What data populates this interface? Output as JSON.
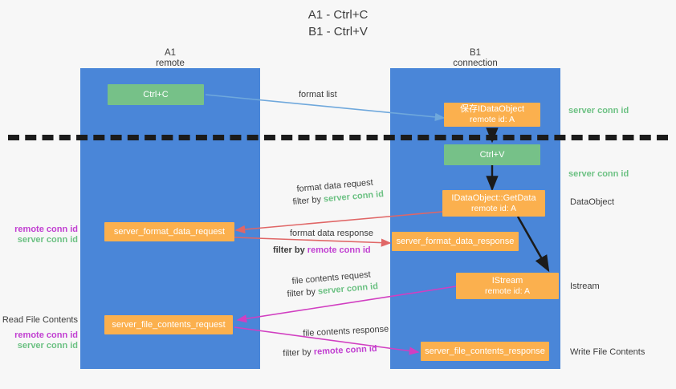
{
  "title": {
    "line1": "A1 - Ctrl+C",
    "line2": "B1 - Ctrl+V"
  },
  "columns": [
    {
      "name": "A1",
      "sub": "remote"
    },
    {
      "name": "B1",
      "sub": "connection"
    }
  ],
  "colors": {
    "lane": "#4a86d8",
    "green_node": "#76c188",
    "orange_node": "#fbb04e",
    "server_conn_id": "#6cc183",
    "remote_conn_id": "#c13fd1",
    "arrow_blue": "#6fa8dc",
    "arrow_red": "#e06666",
    "arrow_magenta": "#d13fc1",
    "arrow_black": "#1b1b1b",
    "divider": "#1b1b1b",
    "background": "#f7f7f7"
  },
  "nodes": {
    "ctrl_c": {
      "label": "Ctrl+C"
    },
    "ctrl_v": {
      "label": "Ctrl+V"
    },
    "data_object_remote": {
      "line1": "保存IDataObject",
      "line2": "remote id: A"
    },
    "get_data": {
      "line1": "IDataObject::GetData",
      "line2": "remote id: A"
    },
    "istream": {
      "line1": "IStream",
      "line2": "remote id: A"
    },
    "server_format_data_request": {
      "label": "server_format_data_request"
    },
    "server_format_data_response": {
      "label": "server_format_data_response"
    },
    "server_file_contents_request": {
      "label": "server_file_contents_request"
    },
    "server_file_contents_response": {
      "label": "server_file_contents_response"
    }
  },
  "edge_labels": {
    "format_list": "format list",
    "format_data_request": "format data request",
    "format_data_request_filter_prefix": "filter by ",
    "format_data_request_filter_key": "server conn id",
    "format_data_response": "format data response",
    "format_data_response_filter_prefix": "filter by ",
    "format_data_response_filter_key": "remote conn id",
    "file_contents_request": "file contents request",
    "file_contents_request_filter_prefix": "filter by ",
    "file_contents_request_filter_key": "server conn id",
    "file_contents_response": "file contents response",
    "file_contents_response_filter_prefix": "filter by ",
    "file_contents_response_filter_key": "remote conn id"
  },
  "right_labels": {
    "server_conn_id_top": "server conn id",
    "server_conn_id_mid": "server conn id",
    "data_object": "DataObject",
    "istream": "Istream",
    "write_file_contents": "Write File Contents"
  },
  "left_labels": {
    "remote_conn_id_1": "remote conn id",
    "server_conn_id_1": "server conn id",
    "read_file_contents": "Read File Contents",
    "remote_conn_id_2": "remote conn id",
    "server_conn_id_2": "server conn id"
  }
}
